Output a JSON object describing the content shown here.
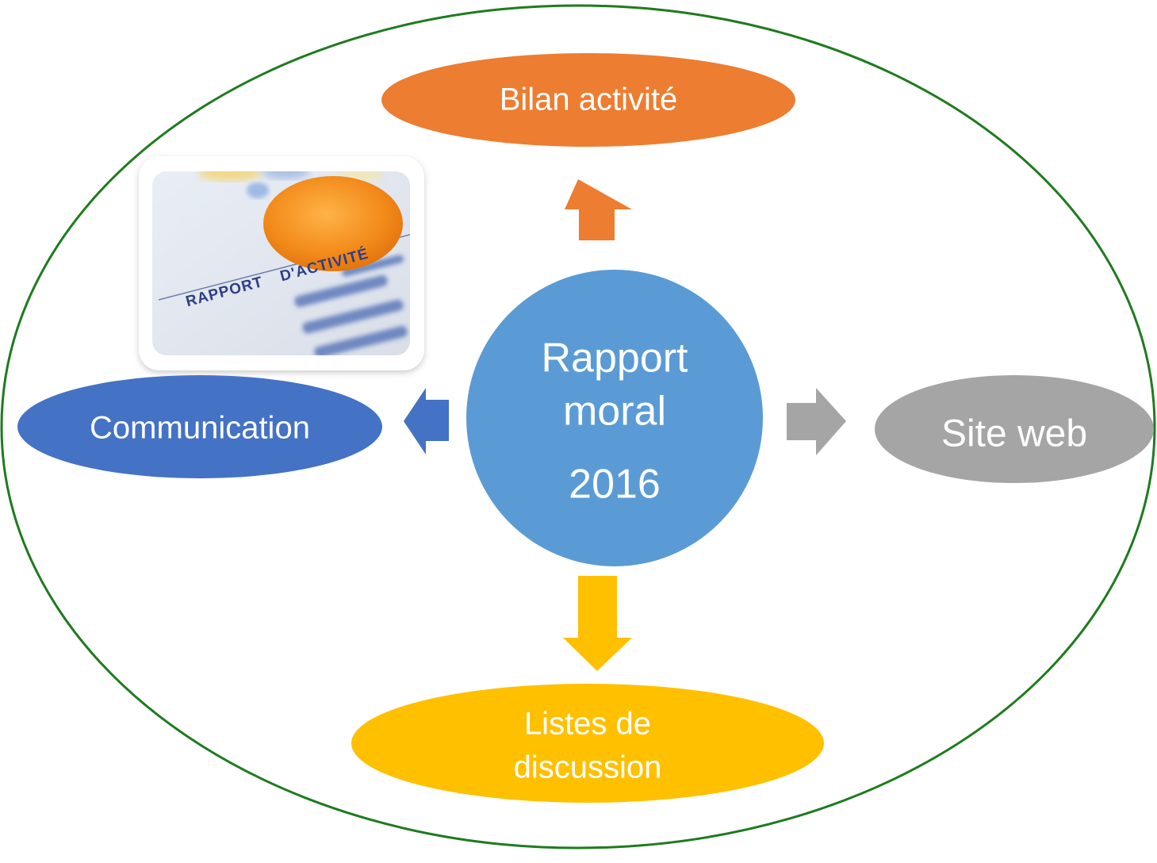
{
  "center": {
    "line1": "Rapport",
    "line2": "moral",
    "line3": "2016",
    "color": "#5B9BD5"
  },
  "nodes": {
    "top": {
      "label": "Bilan activité",
      "color": "#ED7D31"
    },
    "left": {
      "label": "Communication",
      "color": "#4472C4"
    },
    "right": {
      "label": "Site web",
      "color": "#A5A5A5"
    },
    "bottom": {
      "line1": "Listes de",
      "line2": "discussion",
      "color": "#FFC000"
    }
  },
  "frame": {
    "outline_color": "#1E7B1E"
  },
  "image": {
    "stamp_text_left": "RAPPORT",
    "stamp_text_right": "D'ACTIVITÉ",
    "stamp_color": "#F39A1E"
  }
}
